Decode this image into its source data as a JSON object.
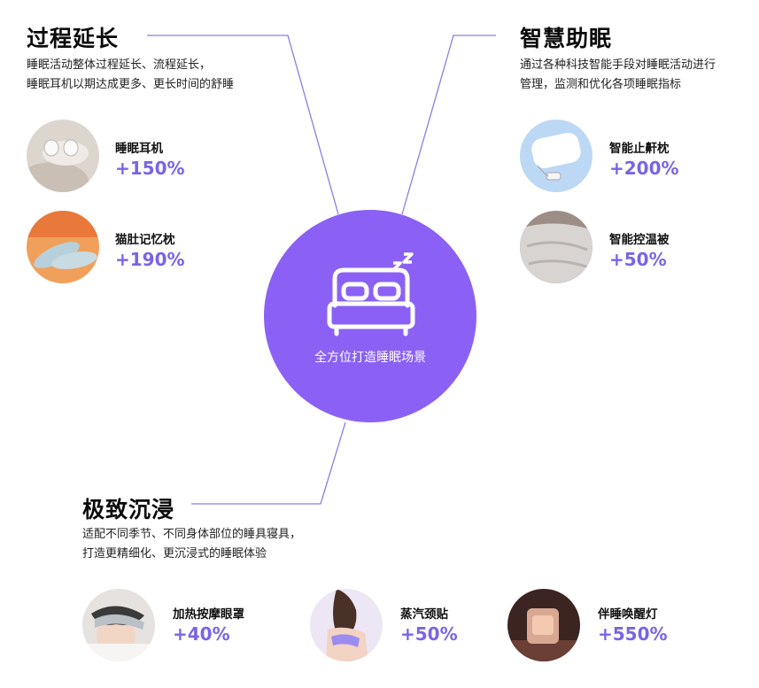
{
  "center": {
    "label": "全方位打造睡眠场景",
    "icon": "bed-sleep-icon",
    "color": "#8b61f5"
  },
  "accent_color": "#7c63e6",
  "sections": {
    "extend": {
      "title": "过程延长",
      "desc_line1": "睡眠活动整体过程延长、流程延长，",
      "desc_line2": "睡眠耳机以期达成更多、更长时间的舒睡",
      "items": [
        {
          "name": "睡眠耳机",
          "value": "+150%",
          "icon": "sleep-earbuds-image"
        },
        {
          "name": "猫肚记忆枕",
          "value": "+190%",
          "icon": "memory-pillow-image"
        }
      ]
    },
    "smart": {
      "title": "智慧助眠",
      "desc_line1": "通过各种科技智能手段对睡眠活动进行",
      "desc_line2": "管理，监测和优化各项睡眠指标",
      "items": [
        {
          "name": "智能止鼾枕",
          "value": "+200%",
          "icon": "anti-snore-pillow-image"
        },
        {
          "name": "智能控温被",
          "value": "+50%",
          "icon": "temperature-quilt-image"
        }
      ]
    },
    "immersive": {
      "title": "极致沉浸",
      "desc_line1": "适配不同季节、不同身体部位的睡具寝具，",
      "desc_line2": "打造更精细化、更沉浸式的睡眠体验",
      "items": [
        {
          "name": "加热按摩眼罩",
          "value": "+40%",
          "icon": "heated-eye-mask-image"
        },
        {
          "name": "蒸汽颈贴",
          "value": "+50%",
          "icon": "steam-neck-patch-image"
        },
        {
          "name": "伴睡唤醒灯",
          "value": "+550%",
          "icon": "wake-up-lamp-image"
        }
      ]
    }
  }
}
